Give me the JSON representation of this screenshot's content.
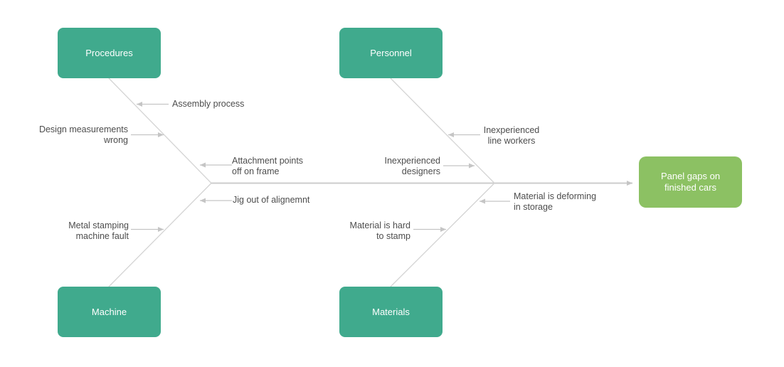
{
  "diagram": {
    "type": "fishbone",
    "effect": {
      "label": "Panel gaps on\nfinished cars"
    },
    "categories": [
      {
        "label": "Procedures"
      },
      {
        "label": "Personnel"
      },
      {
        "label": "Machine"
      },
      {
        "label": "Materials"
      }
    ],
    "causes": [
      {
        "category": "Procedures",
        "label": "Assembly process"
      },
      {
        "category": "Procedures",
        "label": "Design measurements\nwrong"
      },
      {
        "category": "Procedures",
        "label": "Attachment points\noff on frame"
      },
      {
        "category": "Machine",
        "label": "Jig out of alignemnt"
      },
      {
        "category": "Machine",
        "label": "Metal stamping\nmachine fault"
      },
      {
        "category": "Personnel",
        "label": "Inexperienced\nline workers"
      },
      {
        "category": "Personnel",
        "label": "Inexperienced\ndesigners"
      },
      {
        "category": "Materials",
        "label": "Material is deforming\nin storage"
      },
      {
        "category": "Materials",
        "label": "Material is hard\nto stamp"
      }
    ],
    "colors": {
      "category_box": "#40aa8d",
      "effect_box": "#8cc163",
      "box_text": "#ffffff",
      "bone_line": "#d4d4d4",
      "spine_line": "#cccccc",
      "arrow": "#c5c5c5",
      "label_text": "#4d4d4d"
    }
  }
}
